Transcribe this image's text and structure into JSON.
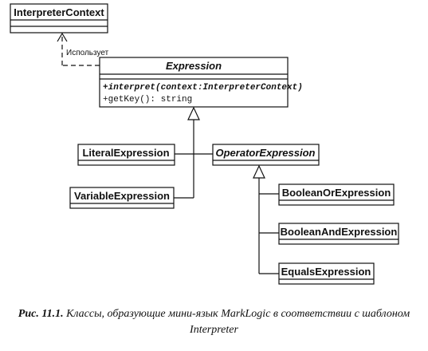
{
  "classes": {
    "interpreter_context": {
      "name": "InterpreterContext"
    },
    "expression": {
      "name": "Expression",
      "operations": [
        "+interpret(context:InterpreterContext)",
        "+getKey(): string"
      ]
    },
    "literal_expression": {
      "name": "LiteralExpression"
    },
    "variable_expression": {
      "name": "VariableExpression"
    },
    "operator_expression": {
      "name": "OperatorExpression"
    },
    "boolean_or_expression": {
      "name": "BooleanOrExpression"
    },
    "boolean_and_expression": {
      "name": "BooleanAndExpression"
    },
    "equals_expression": {
      "name": "EqualsExpression"
    }
  },
  "dependency": {
    "label": "Использует"
  },
  "caption": {
    "figure": "Рис. 11.1.",
    "text": "Классы, образующие мини-язык MarkLogic в соответствии с шаблоном Interpreter"
  }
}
